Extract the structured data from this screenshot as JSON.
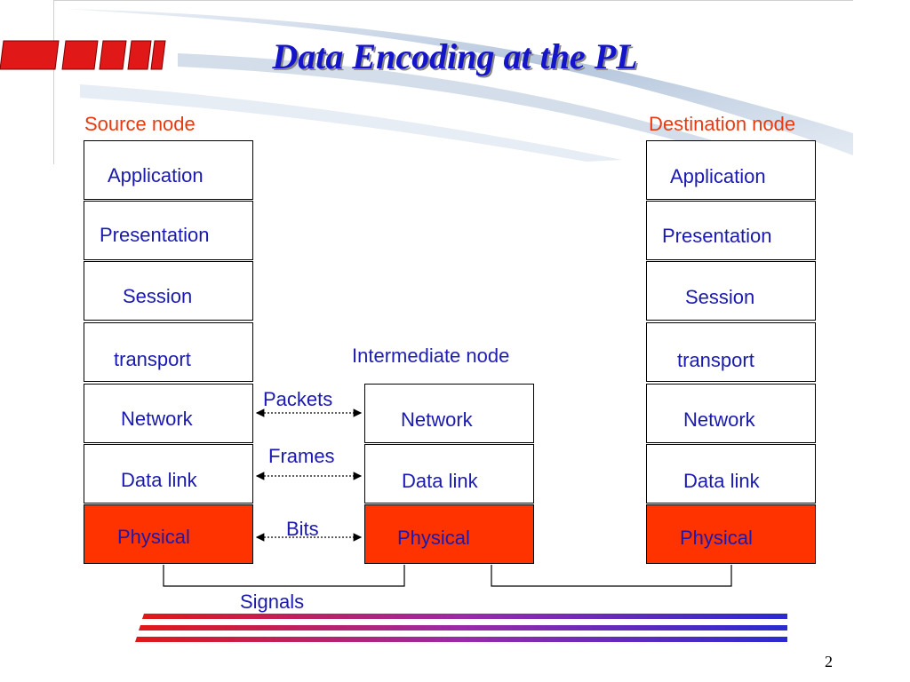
{
  "title": "Data Encoding at the PL",
  "colors": {
    "title": "#1414c8",
    "node_label": "#e83a10",
    "layer_text": "#1a1ab0",
    "physical_fill": "#ff3300",
    "logo_red": "#e01818"
  },
  "source_node": {
    "label": "Source node",
    "layers": [
      "Application",
      "Presentation",
      "Session",
      "transport",
      "Network",
      "Data link",
      "Physical"
    ]
  },
  "intermediate_node": {
    "label": "Intermediate node",
    "layers": [
      "Network",
      "Data link",
      "Physical"
    ]
  },
  "destination_node": {
    "label": "Destination node",
    "layers": [
      "Application",
      "Presentation",
      "Session",
      "transport",
      "Network",
      "Data link",
      "Physical"
    ]
  },
  "links": {
    "packets": "Packets",
    "frames": "Frames",
    "bits": "Bits",
    "signals": "Signals"
  },
  "page_number": "2"
}
